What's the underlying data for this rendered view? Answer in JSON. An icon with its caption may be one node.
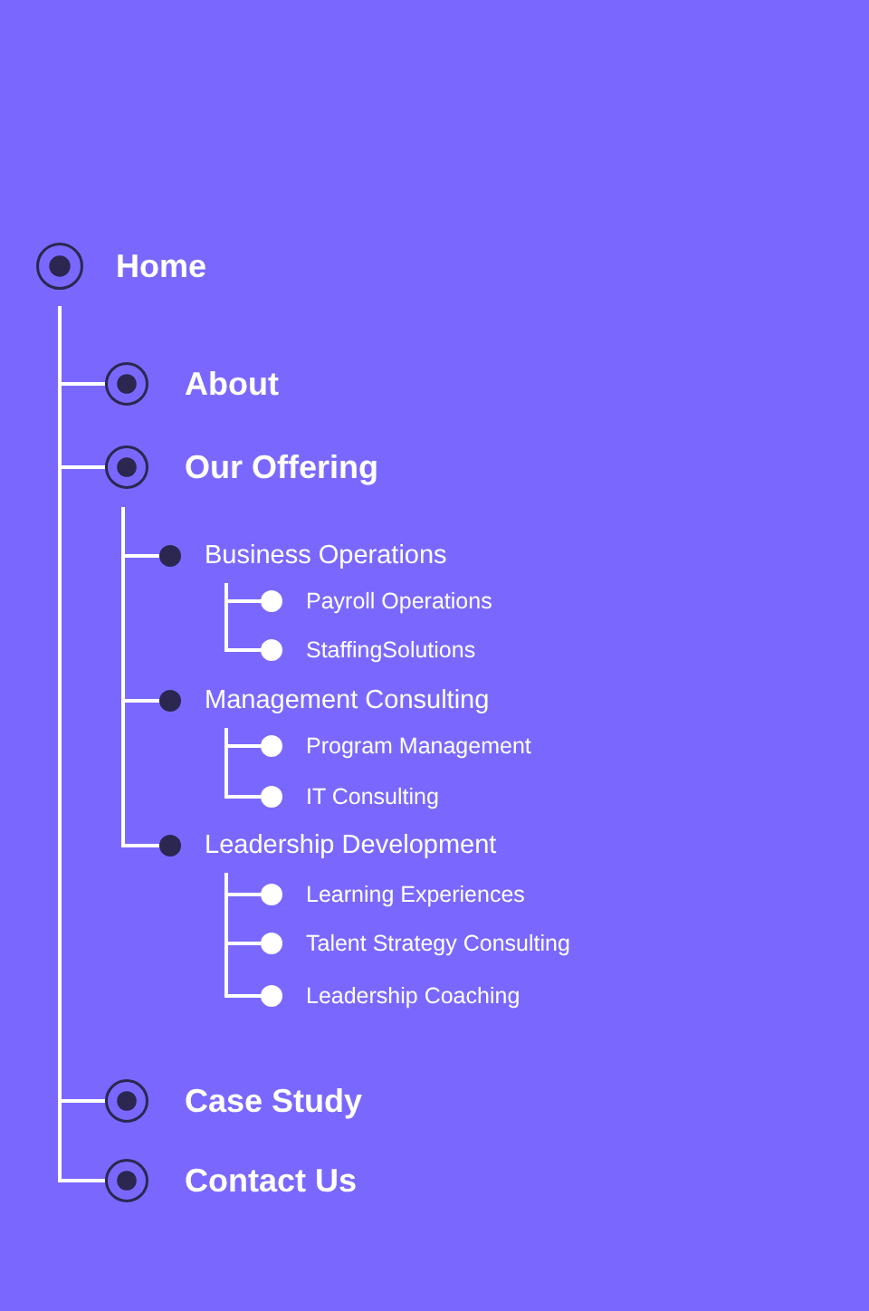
{
  "diagram": {
    "nodes": [
      {
        "text": [
          "Home"
        ]
      },
      {
        "text": [
          "About"
        ]
      },
      {
        "text": [
          "Our Offering"
        ]
      },
      {
        "text": [
          "Business Operations"
        ]
      },
      {
        "text": [
          "Payroll Operations"
        ]
      },
      {
        "text": [
          "StaffingSolutions"
        ]
      },
      {
        "text": [
          "Management Consulting"
        ]
      },
      {
        "text": [
          "Program Management"
        ]
      },
      {
        "text": [
          "IT Consulting"
        ]
      },
      {
        "text": [
          "Leadership Development"
        ]
      },
      {
        "text": [
          "Learning Experiences"
        ]
      },
      {
        "text": [
          "Talent Strategy Consulting"
        ]
      },
      {
        "text": [
          "Leadership Coaching"
        ]
      },
      {
        "text": [
          "Case Study"
        ]
      },
      {
        "text": [
          "Contact Us"
        ]
      }
    ],
    "edges": [
      {
        "from": 0,
        "to": 1,
        "arrow": "none"
      },
      {
        "from": 0,
        "to": 2,
        "arrow": "none"
      },
      {
        "from": 2,
        "to": 3,
        "arrow": "none"
      },
      {
        "from": 3,
        "to": 4,
        "arrow": "none"
      },
      {
        "from": 3,
        "to": 5,
        "arrow": "none"
      },
      {
        "from": 2,
        "to": 6,
        "arrow": "none"
      },
      {
        "from": 6,
        "to": 7,
        "arrow": "none"
      },
      {
        "from": 6,
        "to": 8,
        "arrow": "none"
      },
      {
        "from": 2,
        "to": 9,
        "arrow": "none"
      },
      {
        "from": 9,
        "to": 10,
        "arrow": "none"
      },
      {
        "from": 9,
        "to": 11,
        "arrow": "none"
      },
      {
        "from": 9,
        "to": 12,
        "arrow": "none"
      },
      {
        "from": 0,
        "to": 13,
        "arrow": "none"
      },
      {
        "from": 0,
        "to": 14,
        "arrow": "none"
      }
    ]
  }
}
